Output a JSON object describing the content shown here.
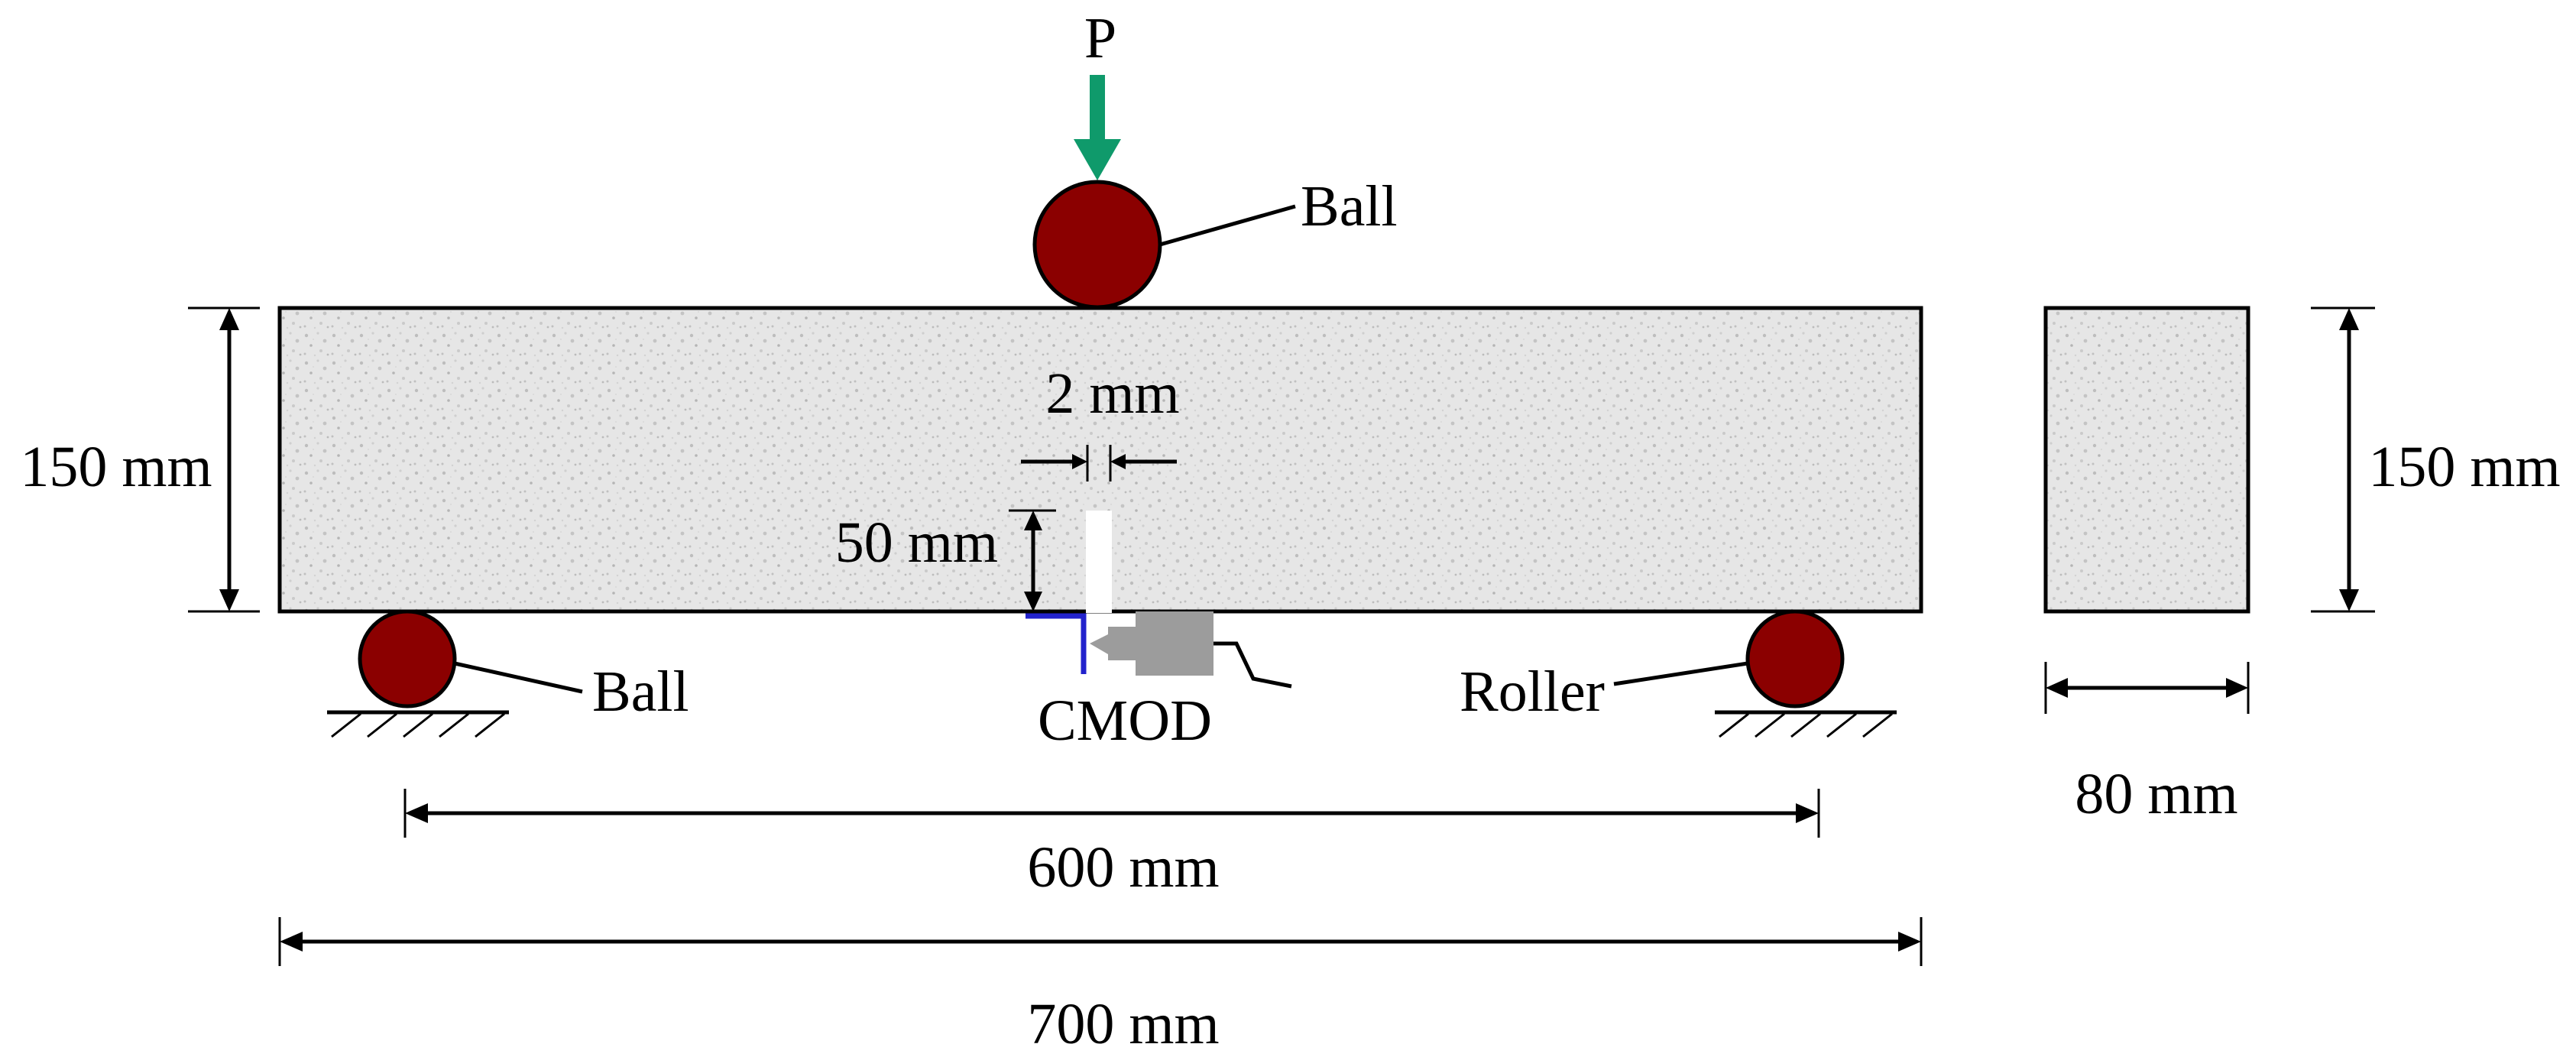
{
  "labels": {
    "load": "P",
    "top_support": "Ball",
    "left_support": "Ball",
    "right_support": "Roller",
    "gauge": "CMOD",
    "notch_width": "2 mm",
    "notch_depth": "50 mm",
    "beam_height": "150 mm",
    "section_height": "150 mm",
    "section_width": "80 mm",
    "span": "600 mm",
    "length": "700 mm"
  },
  "colors": {
    "load_arrow": "#0f9a6b",
    "ball": "#8b0000",
    "concrete": "#e6e6e6",
    "clip_gauge": "#2222cc",
    "sensor": "#9c9c9c"
  }
}
